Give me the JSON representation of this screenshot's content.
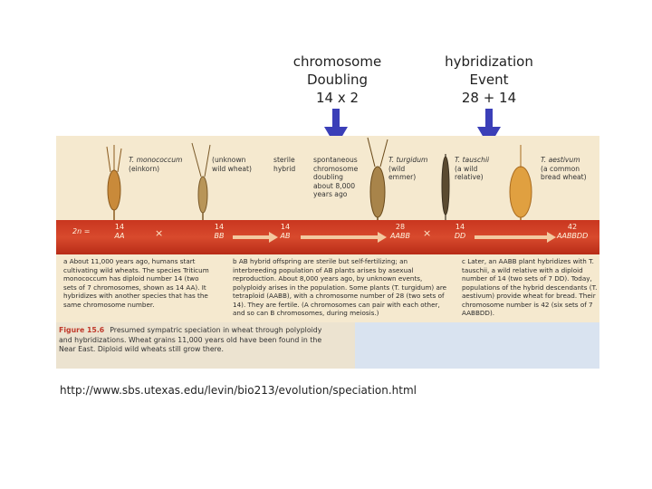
{
  "top_labels": {
    "left": {
      "line1": "chromosome",
      "line2": "Doubling",
      "line3": "14 x 2"
    },
    "right": {
      "line1": "hybridization",
      "line2": "Event",
      "line3": "28 + 14"
    }
  },
  "figure": {
    "species": [
      {
        "line1": "T. monococcum",
        "line2": "(einkorn)"
      },
      {
        "line1": "(unknown",
        "line2": "wild wheat)"
      },
      {
        "line1": "sterile",
        "line2": "hybrid"
      },
      {
        "line1": "spontaneous",
        "line2": "chromosome",
        "line3": "doubling",
        "line4": "about 8,000",
        "line5": "years ago"
      },
      {
        "line1": "T. turgidum",
        "line2": "(wild",
        "line3": "emmer)"
      },
      {
        "line1": "T. tauschii",
        "line2": "(a wild",
        "line3": "relative)"
      },
      {
        "line1": "T. aestivum",
        "line2": "(a common",
        "line3": "bread wheat)"
      }
    ],
    "bar": {
      "two_n": "2n =",
      "chromosomes": [
        {
          "num": "14",
          "genome": "AA"
        },
        {
          "num": "14",
          "genome": "BB"
        },
        {
          "num": "14",
          "genome": "AB"
        },
        {
          "num": "28",
          "genome": "AABB"
        },
        {
          "num": "14",
          "genome": "DD"
        },
        {
          "num": "42",
          "genome": "AABBDD"
        }
      ],
      "times_symbol": "×"
    },
    "captions": {
      "a": "a About 11,000 years ago, humans start cultivating wild wheats. The species Triticum monococcum has diploid number 14 (two sets of 7 chromosomes, shown as 14 AA). It hybridizes with another species that has the same chromosome number.",
      "b": "b AB hybrid offspring are sterile but self-fertilizing; an interbreeding population of AB plants arises by asexual reproduction. About 8,000 years ago, by unknown events, polyploidy arises in the population. Some plants (T. turgidum) are tetraploid (AABB), with a chromosome number of 28 (two sets of 14). They are fertile. (A chromosomes can pair with each other, and so can B chromosomes, during meiosis.)",
      "c": "c Later, an AABB plant hybridizes with T. tauschii, a wild relative with a diploid number of 14 (two sets of 7 DD). Today, populations of the hybrid descendants (T. aestivum) provide wheat for bread. Their chromosome number is 42 (six sets of 7 AABBDD)."
    },
    "figure_caption": {
      "label": "Figure 15.6",
      "text": "Presumed sympatric speciation in wheat through polyploidy and hybridizations. Wheat grains 11,000 years old have been found in the Near East. Diploid wild wheats still grow there."
    }
  },
  "url": "http://www.sbs.utexas.edu/levin/bio213/evolution/speciation.html",
  "colors": {
    "arrow": "#3b3fb8",
    "bar": "#d84a2d",
    "figure_bg": "#f5e9cf"
  }
}
